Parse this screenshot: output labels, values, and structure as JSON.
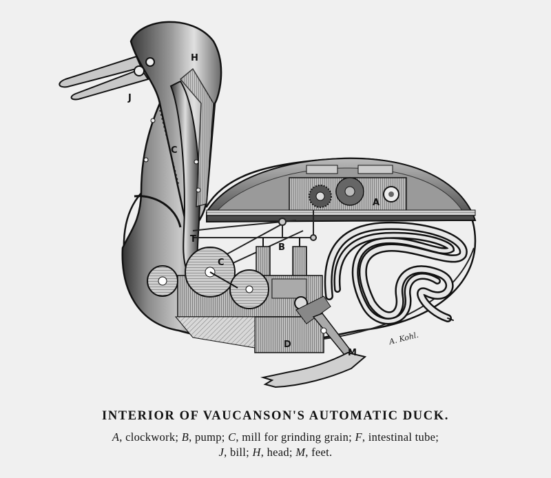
{
  "figure": {
    "title": "INTERIOR OF VAUCANSON'S AUTOMATIC DUCK.",
    "labels": {
      "A": "A",
      "B": "B",
      "C": "C",
      "C2": "C",
      "D": "D",
      "H": "H",
      "J": "J",
      "M": "M",
      "T": "T"
    },
    "signature": "A. Kohl.",
    "legend_line1": [
      {
        "key": "A",
        "text": ", clockwork; "
      },
      {
        "key": "B",
        "text": ", pump; "
      },
      {
        "key": "C",
        "text": ", mill for grinding grain; "
      },
      {
        "key": "F",
        "text": ", intestinal tube;"
      }
    ],
    "legend_line2": [
      {
        "key": "J",
        "text": ", bill; "
      },
      {
        "key": "H",
        "text": ", head; "
      },
      {
        "key": "M",
        "text": ", feet."
      }
    ]
  },
  "colors": {
    "background": "#f0f0f0",
    "ink": "#111111"
  }
}
